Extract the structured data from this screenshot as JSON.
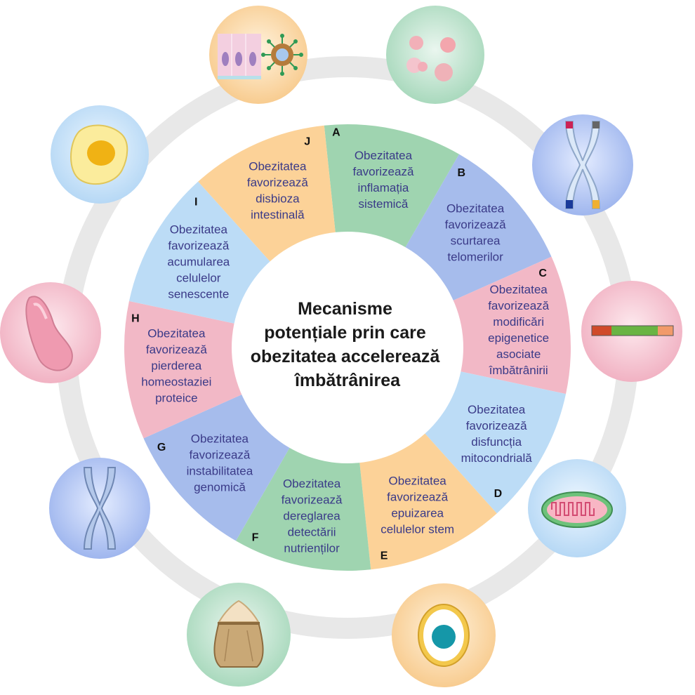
{
  "title_lines": [
    "Mecanisme",
    "potențiale prin care",
    "obezitatea accelerează",
    "îmbătrânirea"
  ],
  "segments": [
    {
      "letter": "A",
      "color": "#9fd4b0",
      "lines": [
        "Obezitatea",
        "favorizează",
        "inflamația",
        "sistemică"
      ],
      "icon": "inflammation-cells-icon"
    },
    {
      "letter": "B",
      "color": "#a6bcec",
      "lines": [
        "Obezitatea",
        "favorizează",
        "scurtarea",
        "telomerilor"
      ],
      "icon": "chromosome-telomeres-icon"
    },
    {
      "letter": "C",
      "color": "#f2b8c6",
      "lines": [
        "Obezitatea",
        "favorizează",
        "modificări",
        "epigenetice",
        "asociate",
        "îmbătrânirii"
      ],
      "icon": "epigenetic-marker-bar-icon"
    },
    {
      "letter": "D",
      "color": "#bcdcf6",
      "lines": [
        "Obezitatea",
        "favorizează",
        "disfuncția",
        "mitocondrială"
      ],
      "icon": "mitochondrion-icon"
    },
    {
      "letter": "E",
      "color": "#fcd298",
      "lines": [
        "Obezitatea",
        "favorizează",
        "epuizarea",
        "celulelor stem"
      ],
      "icon": "stem-cell-icon"
    },
    {
      "letter": "F",
      "color": "#9fd4b0",
      "lines": [
        "Obezitatea",
        "favorizează",
        "dereglarea",
        "detectării",
        "nutrienților"
      ],
      "icon": "nutrient-sack-icon"
    },
    {
      "letter": "G",
      "color": "#a6bcec",
      "lines": [
        "Obezitatea",
        "favorizează",
        "instabilitatea",
        "genomică"
      ],
      "icon": "chromosome-icon"
    },
    {
      "letter": "H",
      "color": "#f2b8c6",
      "lines": [
        "Obezitatea",
        "favorizează",
        "pierderea",
        "homeostaziei",
        "proteice"
      ],
      "icon": "protein-blob-icon"
    },
    {
      "letter": "I",
      "color": "#bcdcf6",
      "lines": [
        "Obezitatea",
        "favorizează",
        "acumularea",
        "celulelor",
        "senescente"
      ],
      "icon": "senescent-cell-icon"
    },
    {
      "letter": "J",
      "color": "#fcd298",
      "lines": [
        "Obezitatea",
        "favorizează",
        "disbioza",
        "intestinală"
      ],
      "icon": "gut-microbiome-icon"
    }
  ],
  "colors": {
    "outer_ring": "#e8e8e8",
    "text": "#3a3a88",
    "center_bg": "#ffffff"
  }
}
